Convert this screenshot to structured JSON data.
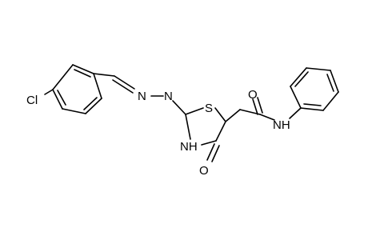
{
  "atoms": {
    "cl": "Cl",
    "n_hydrazone_1": "N",
    "n_hydrazone_2": "N",
    "s_ring": "S",
    "nh_ring": "NH",
    "o_ring": "O",
    "o_amide": "O",
    "nh_amide": "NH"
  },
  "colors": {
    "bond": "#000000",
    "label": "#000000",
    "background": "#ffffff"
  }
}
